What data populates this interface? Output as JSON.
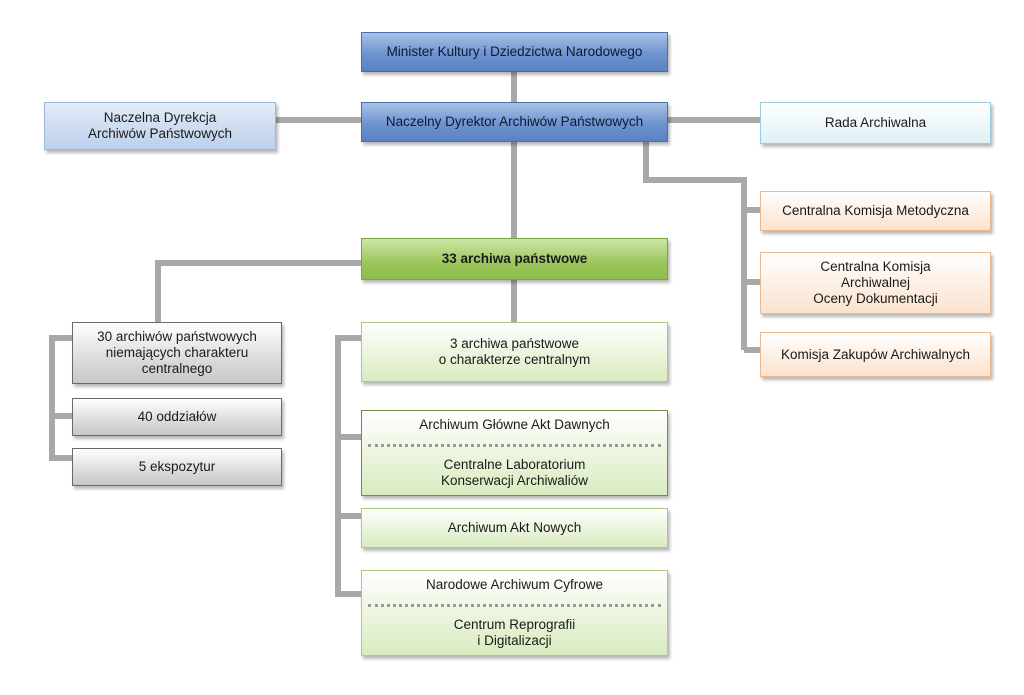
{
  "top_box": {
    "label": "Minister Kultury i Dziedzictwa Narodowego"
  },
  "director_box": {
    "label": "Naczelny Dyrektor Archiwów Państwowych"
  },
  "directorate_box": {
    "lines": [
      "Naczelna Dyrekcja",
      "Archiwów Państwowych"
    ]
  },
  "council_box": {
    "label": "Rada Archiwalna"
  },
  "commissions": {
    "methodical": {
      "label": "Centralna Komisja Metodyczna"
    },
    "appraisal": {
      "lines": [
        "Centralna Komisja",
        "Archiwalnej",
        "Oceny Dokumentacji"
      ]
    },
    "purchases": {
      "label": "Komisja Zakupów Archiwalnych"
    }
  },
  "state_archives": {
    "label": "33 archiwa państwowe"
  },
  "non_central": {
    "main": {
      "lines": [
        "30 archiwów państwowych",
        "niemających charakteru",
        "centralnego"
      ]
    },
    "branches": {
      "label": "40 oddziałów"
    },
    "outposts": {
      "label": "5 ekspozytur"
    }
  },
  "central": {
    "main": {
      "lines": [
        "3 archiwa państwowe",
        "o charakterze centralnym"
      ]
    },
    "agad": {
      "label": "Archiwum Główne Akt Dawnych",
      "sub_lines": [
        "Centralne Laboratorium",
        "Konserwacji Archiwaliów"
      ]
    },
    "aan": {
      "label": "Archiwum Akt Nowych"
    },
    "nac": {
      "label": "Narodowe Archiwum Cyfrowe",
      "sub_lines": [
        "Centrum Reprografii",
        "i Digitalizacji"
      ]
    }
  }
}
